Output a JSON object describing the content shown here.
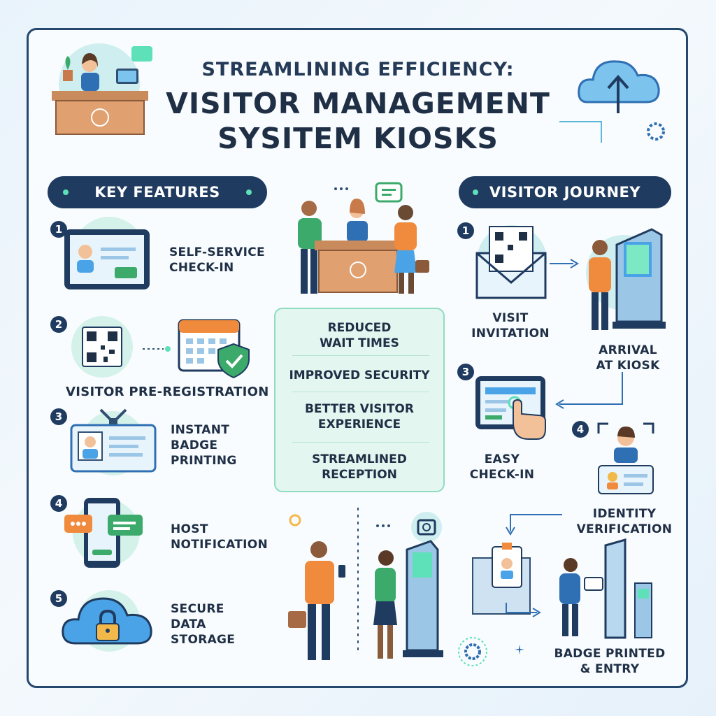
{
  "header": {
    "line1": "STREAMLINING EFFICIENCY:",
    "line2": "VISITOR MANAGEMENT",
    "line3": "SYSITEM KIOSKS"
  },
  "features": {
    "title": "KEY FEATURES",
    "items": [
      {
        "num": "1",
        "label": "SELF-SERVICE\nCHECK-IN"
      },
      {
        "num": "2",
        "label": "VISITOR PRE-REGISTRATION"
      },
      {
        "num": "3",
        "label": "INSTANT\nBADGE\nPRINTING"
      },
      {
        "num": "4",
        "label": "HOST\nNOTIFICATION"
      },
      {
        "num": "5",
        "label": "SECURE\nDATA\nSTORAGE"
      }
    ]
  },
  "benefits": {
    "items": [
      "REDUCED\nWAIT TIMES",
      "IMPROVED SECURITY",
      "BETTER VISITOR\nEXPERIENCE",
      "STREAMLINED\nRECEPTION"
    ]
  },
  "journey": {
    "title": "VISITOR JOURNEY",
    "steps": [
      {
        "num": "1",
        "label": "VISIT\nINVITATION"
      },
      {
        "num": "",
        "label": "ARRIVAL\nAT KIOSK"
      },
      {
        "num": "3",
        "label": "EASY\nCHECK-IN"
      },
      {
        "num": "4",
        "label": "IDENTITY\nVERIFICATION"
      },
      {
        "num": "",
        "label": "BADGE PRINTED\n& ENTRY"
      }
    ]
  },
  "colors": {
    "navy": "#1f3b60",
    "accent_teal": "#5ee0b8",
    "panel_green": "#e4f6f0",
    "sky_blue": "#4aa3e6"
  }
}
